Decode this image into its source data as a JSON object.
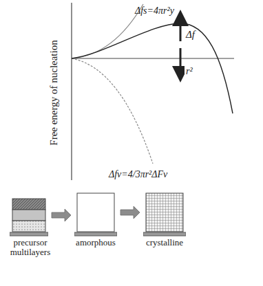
{
  "diagram": {
    "nodes": [
      {
        "text": [
          "precursor multilayers"
        ]
      },
      {
        "text": [
          "amorphous"
        ]
      },
      {
        "text": [
          "crystalline"
        ]
      }
    ],
    "edges": [
      {
        "from": 0,
        "to": 1,
        "arrow": "to"
      },
      {
        "from": 1,
        "to": 2,
        "arrow": "to"
      }
    ],
    "labels": [
      "Δfs=4πr²y",
      "Δf",
      "r²",
      "Δfv=4/3πr²ΔFv",
      "Free energy of nucleation"
    ]
  }
}
